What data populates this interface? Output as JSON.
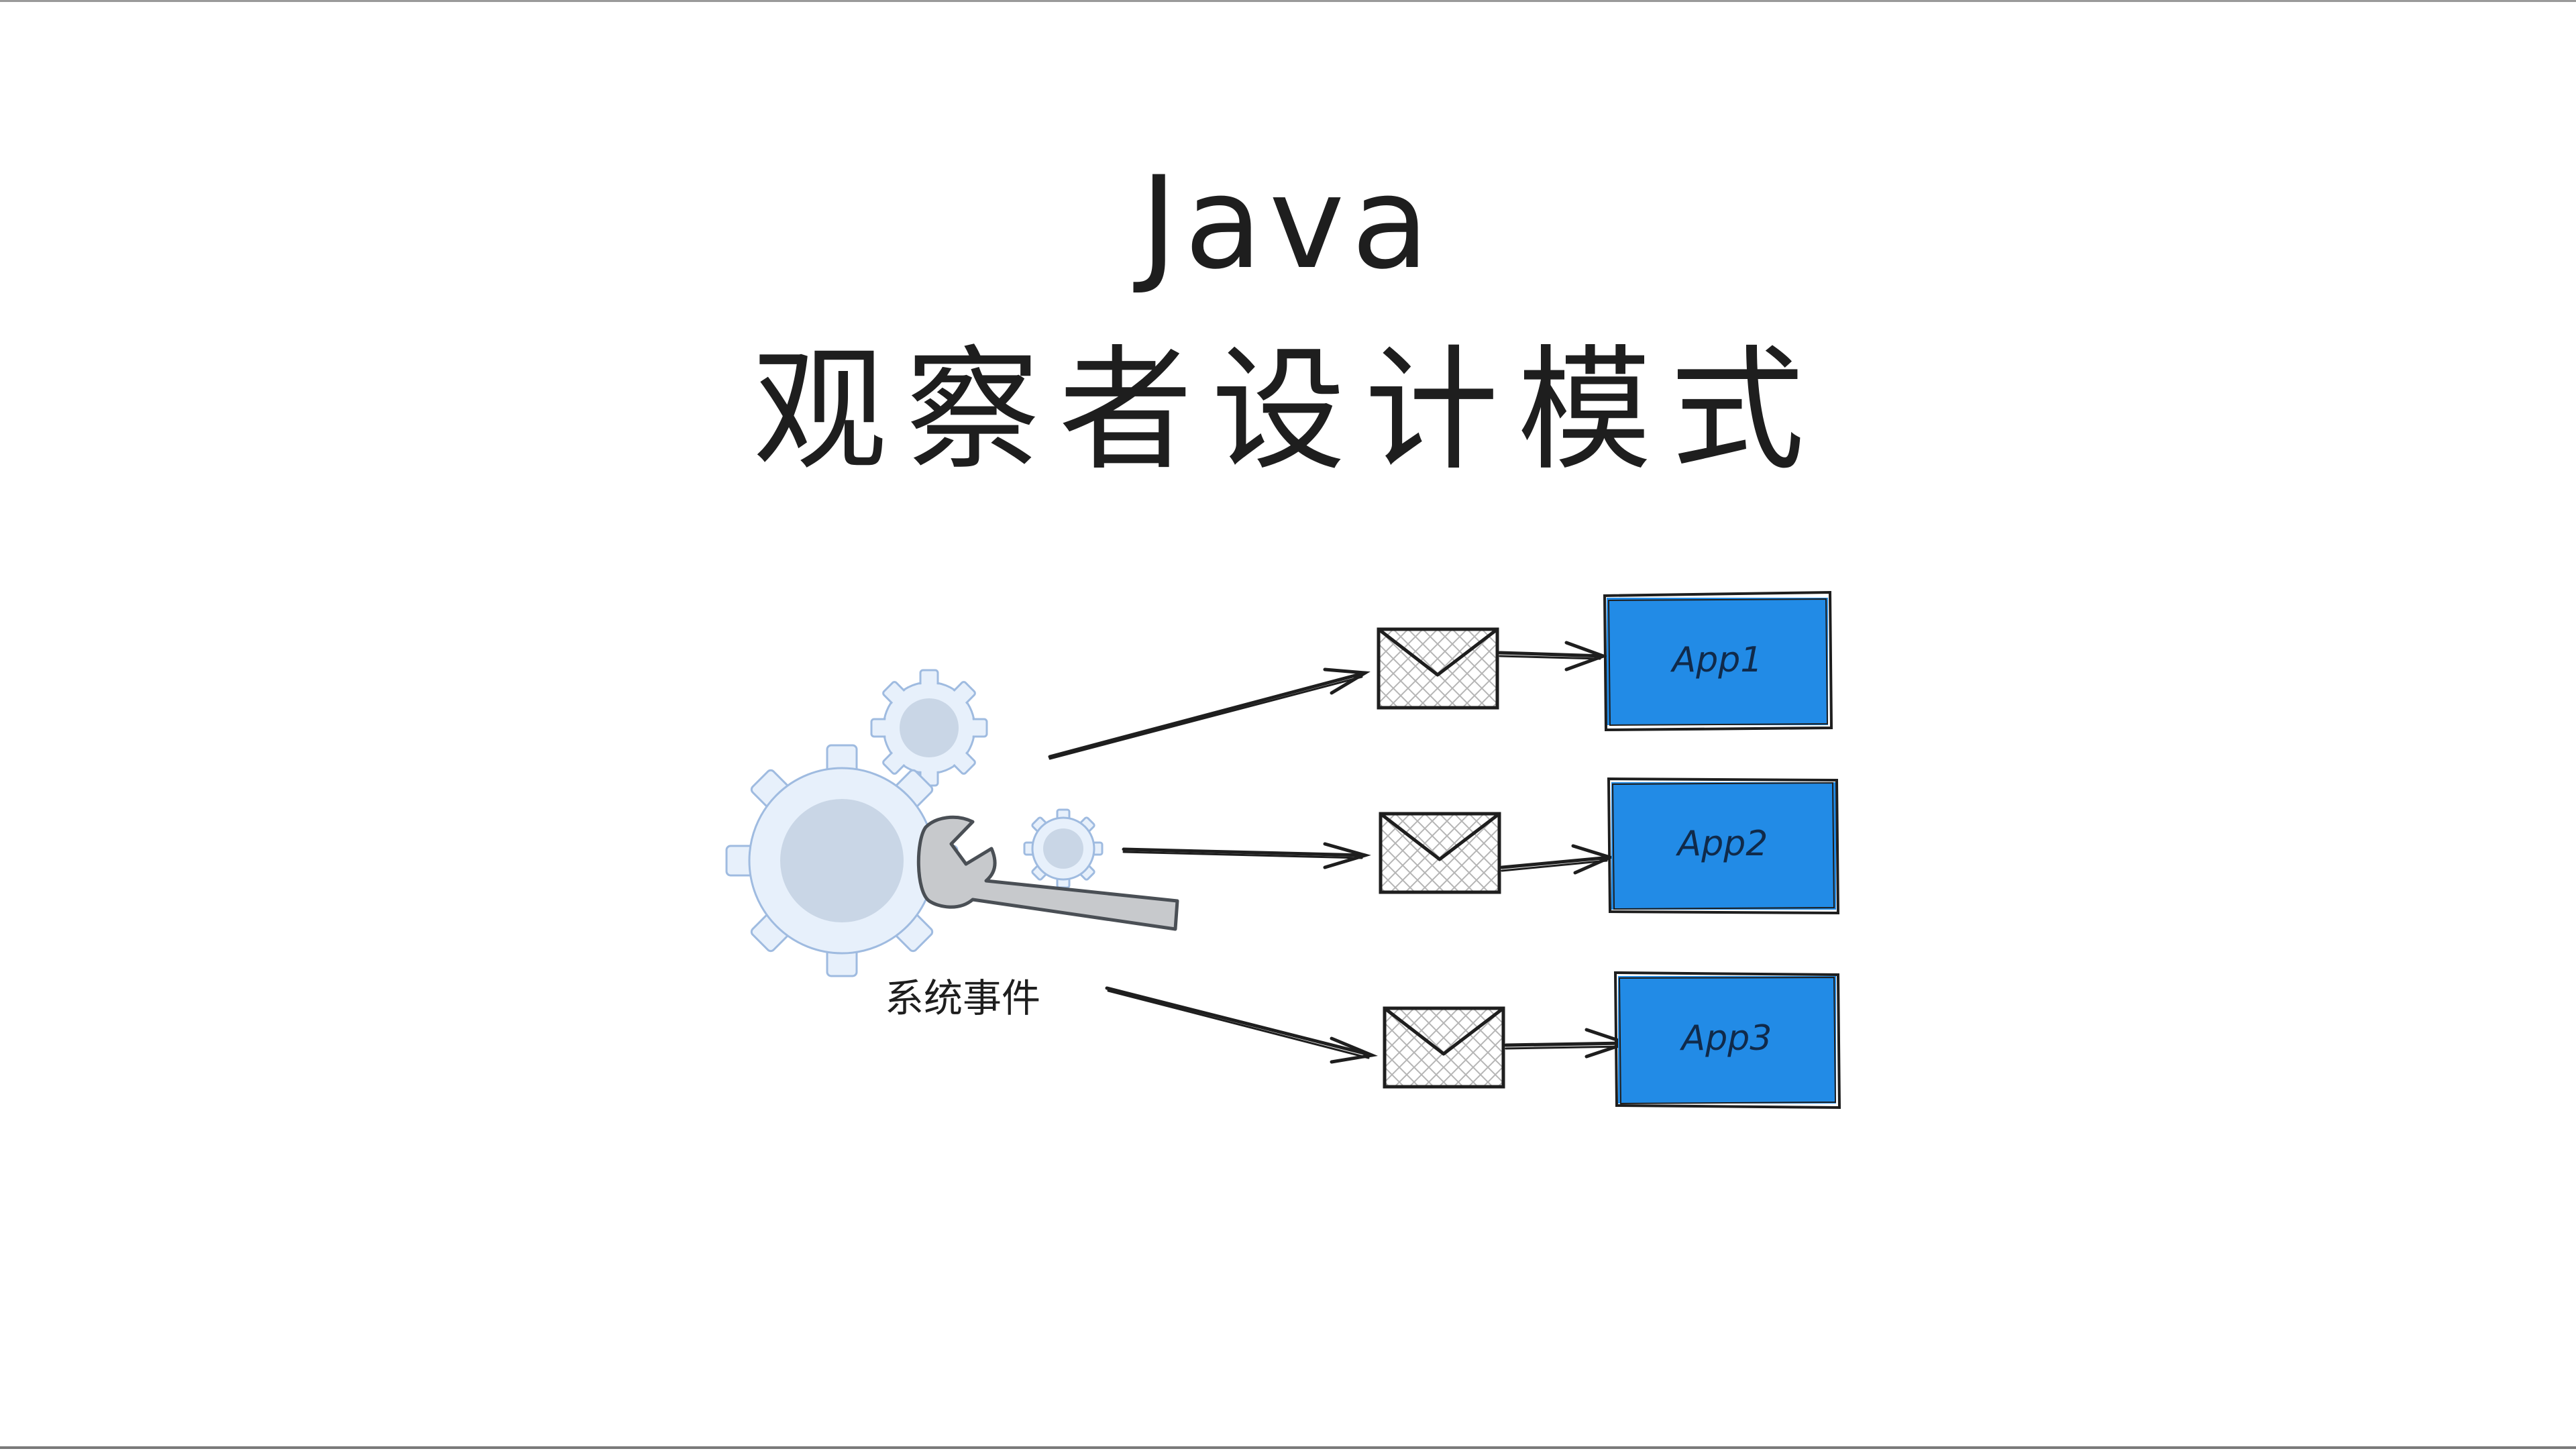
{
  "title": {
    "line1": "Java",
    "line2": "观察者设计模式"
  },
  "diagram": {
    "source_label": "系统事件",
    "apps": [
      {
        "label": "App1"
      },
      {
        "label": "App2"
      },
      {
        "label": "App3"
      }
    ],
    "colors": {
      "app_fill": "#228be6",
      "gear_fill": "#e7f0fb",
      "gear_stroke": "#9fbbe0",
      "gear_hub": "#c9d6e6",
      "wrench_fill": "#c7c9cc",
      "ink": "#1e1e1e"
    }
  }
}
